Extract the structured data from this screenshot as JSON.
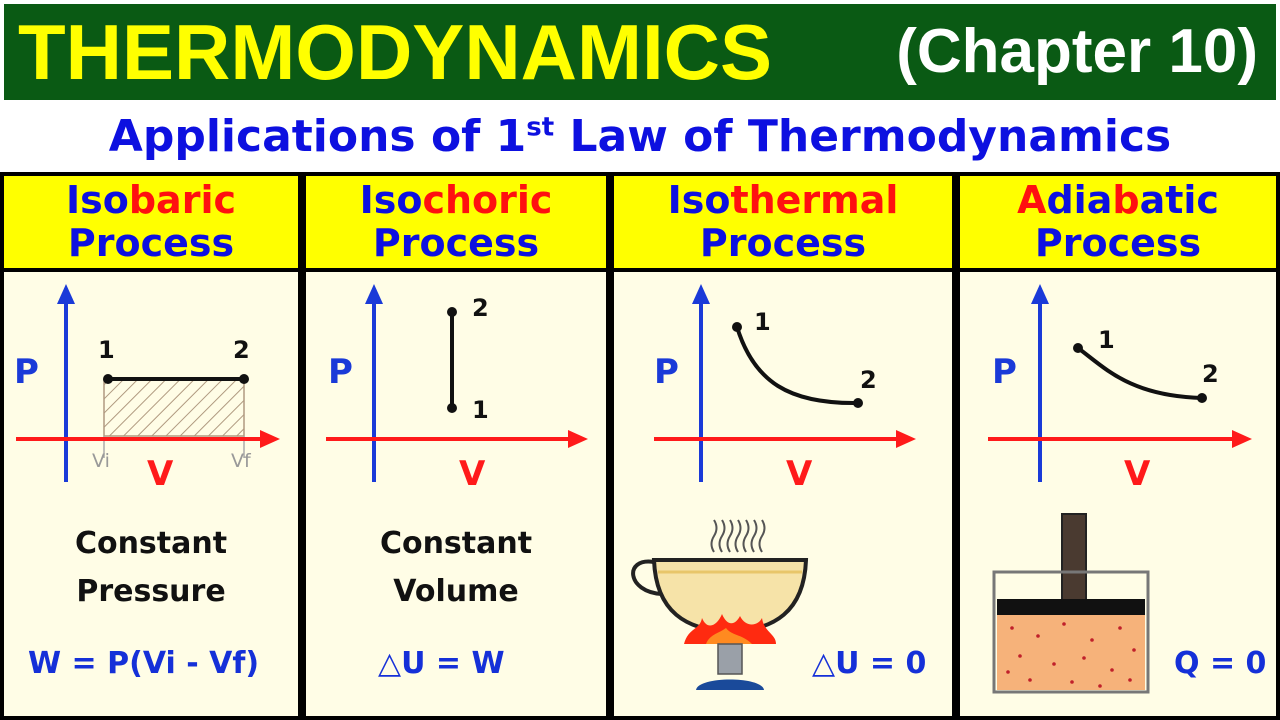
{
  "header": {
    "title": "THERMODYNAMICS",
    "chapter": "(Chapter 10)"
  },
  "subtitle": {
    "pre": "Applications of 1",
    "sup": "st",
    "post": " Law of Thermodynamics"
  },
  "panels": [
    {
      "name_prefix": "Iso",
      "name_rest": "baric",
      "word2": "Process",
      "axis_p": "P",
      "axis_v": "V",
      "point_a": "1",
      "point_b": "2",
      "tick_a": "Vi",
      "tick_b": "Vf",
      "desc1": "Constant",
      "desc2": "Pressure",
      "formula": "W = P(Vi - Vf)"
    },
    {
      "name_prefix": "Iso",
      "name_rest": "choric",
      "word2": "Process",
      "axis_p": "P",
      "axis_v": "V",
      "point_a": "1",
      "point_b": "2",
      "desc1": "Constant",
      "desc2": "Volume",
      "formula": "△U = W"
    },
    {
      "name_prefix": "Iso",
      "name_rest": "thermal",
      "word2": "Process",
      "axis_p": "P",
      "axis_v": "V",
      "point_a": "1",
      "point_b": "2",
      "formula": "△U = 0"
    },
    {
      "name_a": "A",
      "name_b": "dia",
      "name_c": "b",
      "name_d": "atic",
      "word2": "Process",
      "axis_p": "P",
      "axis_v": "V",
      "point_a": "1",
      "point_b": "2",
      "formula": "Q = 0"
    }
  ],
  "colors": {
    "green_band": "#0a5a14",
    "yellow": "#ffff00",
    "blue": "#0d10e0",
    "red": "#ff1010",
    "panel_bg": "#fffde6"
  }
}
